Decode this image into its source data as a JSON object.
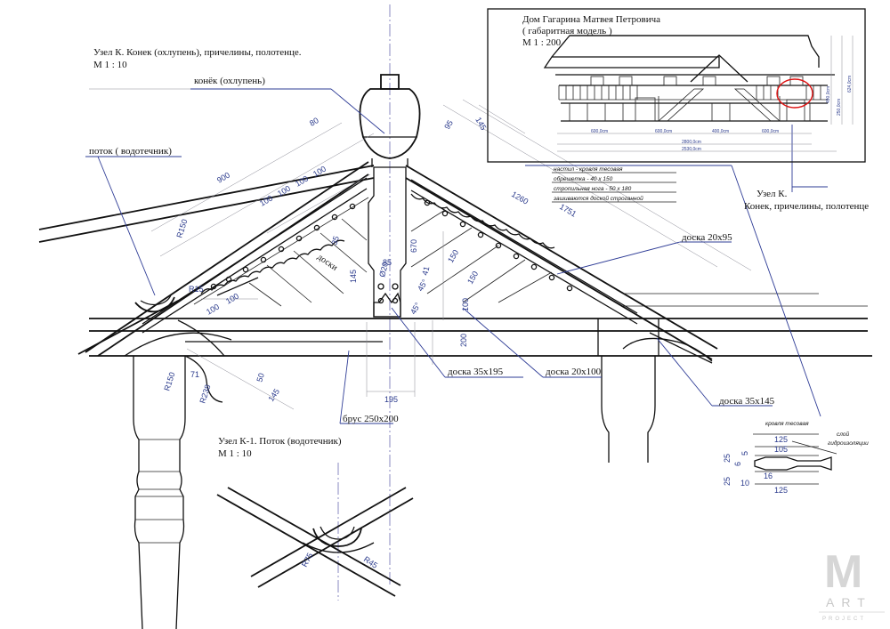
{
  "titles": {
    "node_k_title": "Узел К. Конек (охлупень), причелины, полотенце.",
    "node_k_scale": "М 1 : 10",
    "node_k1_title": "Узел К-1. Поток (водотечник)",
    "node_k1_scale": "М 1 : 10",
    "model_title": "Дом  Гагарина Матвея Петровича",
    "model_subtitle": "( габаритная модель )",
    "model_scale": "М 1 : 200"
  },
  "labels": {
    "konek": "конёк (охлупень)",
    "potok": "поток ( водотечник)",
    "node_k_ref": "Узел К.",
    "node_k_ref_desc": "Конек, причелины, полотенце",
    "doska_20x95": "доска 20х95",
    "doska_35x195": "доска 35х195",
    "doska_20x100": "доска 20х100",
    "doska_35x145": "доска 35х145",
    "brus": "брус 250х200",
    "doski": "доски",
    "krovlya": "кровля тесовая",
    "sloy_1": "слой",
    "sloy_2": "гидроизоляции"
  },
  "roof_legend": [
    "настил - кровля тесовая",
    "обрешетка - 40 х 150",
    "стропильная нога - 50 х 180",
    "зашиваются доской строганной"
  ],
  "dimensions": {
    "d900": "900",
    "d100a": "100",
    "d100b": "100",
    "d100c": "100",
    "d100d": "100",
    "dR150a": "R150",
    "d80": "80",
    "d95": "95",
    "d145a": "145",
    "d1260": "1260",
    "d1751": "1751",
    "dR15": "R15",
    "d100e": "100",
    "d100f": "100",
    "d35": "35",
    "d145b": "145",
    "dD20": "Ø20",
    "d670": "670",
    "d85": "85",
    "d41": "41",
    "d45a": "45°",
    "d45b": "45°",
    "d150a": "150",
    "d150b": "150",
    "d100g": "100",
    "d200": "200",
    "d195": "195",
    "dR150b": "R150",
    "d71": "71",
    "dR238": "R238",
    "d50": "50",
    "d145c": "145",
    "dR75": "R75",
    "dR45": "R45",
    "s125a": "125",
    "s105": "105",
    "s25a": "25",
    "s5": "5",
    "s6": "6",
    "s25b": "25",
    "s16": "16",
    "s10": "10",
    "s125b": "125"
  },
  "model_dims": {
    "w1": "600,0cm",
    "w2": "600,0cm",
    "w3": "400,0cm",
    "w4": "600,0cm",
    "w_total1": "2800,0cm",
    "w_total2": "2530,0cm",
    "h1": "490,0cm",
    "h2": "250,0cm",
    "h3": "624,0cm"
  },
  "logo": {
    "letter": "M",
    "line1": "ART",
    "line2": "PROJECT"
  }
}
